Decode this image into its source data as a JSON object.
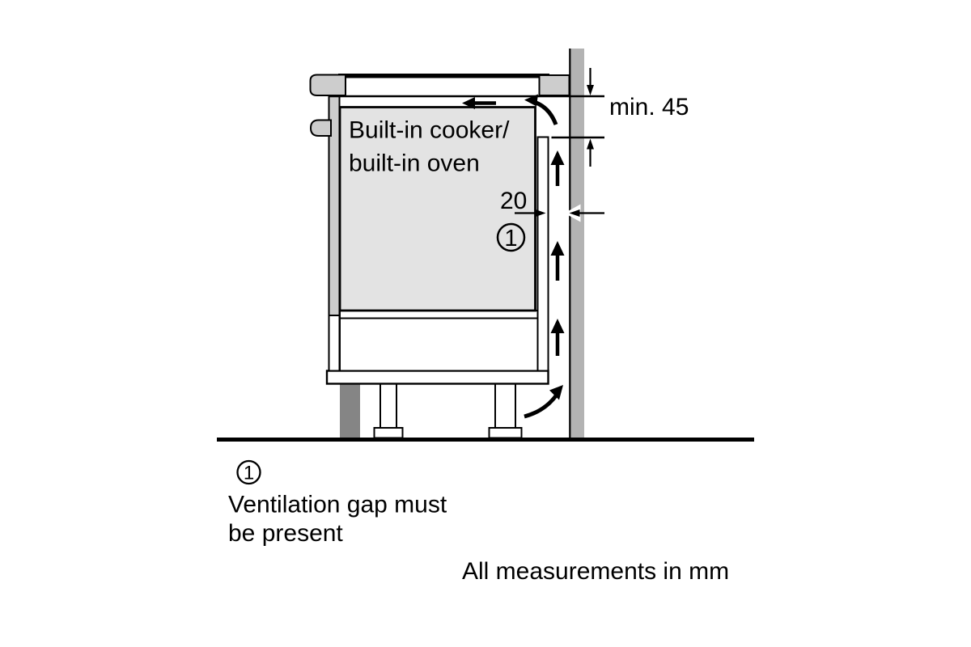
{
  "appliance": {
    "label_line1": "Built-in cooker/",
    "label_line2": "built-in oven"
  },
  "dimensions": {
    "top_clearance_label": "min. 45",
    "rear_gap_label": "20"
  },
  "callout": {
    "number": "1"
  },
  "legend": {
    "number": "1",
    "text_line1": "Ventilation gap must",
    "text_line2": "be present"
  },
  "footnote": {
    "text": "All measurements in mm"
  },
  "colors": {
    "wall": "#b3b3b3",
    "trim": "#cdcdcd",
    "appliance_body": "#e3e3e3",
    "plinth": "#858585",
    "ink": "#000000"
  }
}
